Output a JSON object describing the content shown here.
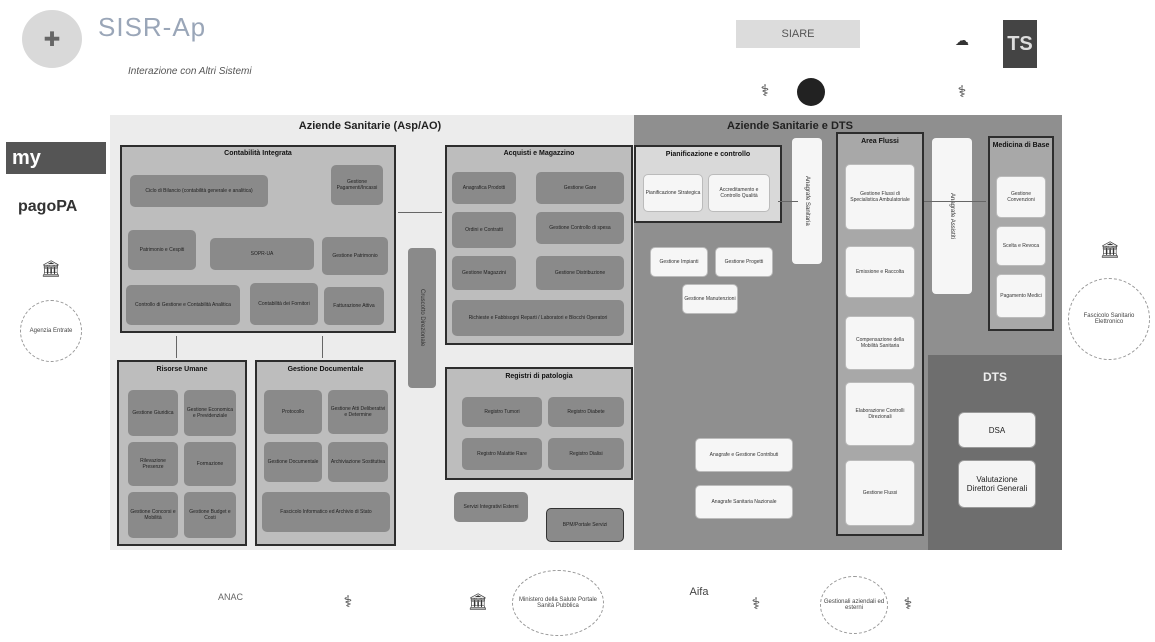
{
  "header": {
    "title": "SISR-Ap",
    "subtitle": "Interazione con Altri Sistemi"
  },
  "zones": {
    "left_title": "Aziende Sanitarie (Asp/AO)",
    "right_title": "Aziende Sanitarie e DTS",
    "dts_title": "DTS"
  },
  "panels": {
    "contab": {
      "title": "Contabilità Integrata",
      "items": [
        "Ciclo di Bilancio (contabilità generale e analitica)",
        "Gestione Pagamenti/Incassi",
        "Patrimonio e Cespiti",
        "SOPR-UA",
        "Gestione Patrimonio",
        "Controllo di Gestione e Contabilità Analitica",
        "Contabilità dei Fornitori",
        "Fatturazione Attiva"
      ]
    },
    "acquisti": {
      "title": "Acquisti e Magazzino",
      "items": [
        "Anagrafica Prodotti",
        "Gestione Gare",
        "Ordini e Contratti",
        "Gestione Controllo di spesa",
        "Gestione Magazzini",
        "Gestione Distribuzione",
        "Richieste e Fabbisogni Reparti / Laboratori e Blocchi Operatori"
      ]
    },
    "pianif": {
      "title": "Pianificazione e controllo",
      "items": [
        "Pianificazione Strategica",
        "Accreditamento e Controllo Qualità"
      ]
    },
    "risorse": {
      "title": "Risorse Umane",
      "items": [
        "Gestione Giuridica",
        "Gestione Economica e Previdenziale",
        "Rilevazione Presenze",
        "Formazione",
        "Gestione Concorsi e Mobilità",
        "Gestione Budget e Costi"
      ]
    },
    "docum": {
      "title": "Gestione Documentale",
      "items": [
        "Protocollo",
        "Gestione Atti Deliberativi e Determine",
        "Gestione Documentale",
        "Archiviazione Sostitutiva",
        "Fascicolo Informatico ed Archivio di Stato"
      ]
    },
    "registri": {
      "title": "Registri di patologia",
      "items": [
        "Registro Tumori",
        "Registro Diabete",
        "Registro Malattie Rare",
        "Registro Dialisi"
      ]
    },
    "area_flussi": {
      "title": "Area Flussi",
      "items": [
        "Gestione Flussi di Specialistica Ambulatoriale",
        "Emissione e Raccolta",
        "Compensazione della Mobilità Sanitaria",
        "Elaborazione Controlli Direzionali",
        "Gestione Flussi"
      ]
    },
    "medicina": {
      "title": "Medicina di Base",
      "items": [
        "Gestione Convenzioni",
        "Scelta e Revoca",
        "Pagamento Medici"
      ]
    }
  },
  "white_boxes": [
    "Gestione Impianti",
    "Gestione Progetti",
    "Gestione Manutenzioni",
    "Anagrafe e Gestione Contributi",
    "Anagrafe Sanitaria Nazionale"
  ],
  "grey_singles": [
    "Servizi Integrativi Esterni",
    "BPM/Portale Servizi"
  ],
  "vertical_labels": [
    "Cruscotto Direzionale",
    "Anagrafe Sanitaria",
    "Anagrafe Assistiti"
  ],
  "dts_boxes": [
    "DSA",
    "Valutazione Direttori Generali"
  ],
  "side_left": {
    "my_label": "my",
    "pagopa_label": "pagoPA",
    "circle_label": "Agenzia Entrate"
  },
  "side_right": {
    "circle_label": "Fascicolo Sanitario Elettronico"
  },
  "top_logos": {
    "label": "SIARE"
  },
  "bottom": {
    "anac_label": "ANAC",
    "circle1": "Ministero della Salute Portale Sanità Pubblica",
    "aifa_label": "Aifa",
    "circle2": "Gestionali aziendali ed esterni"
  }
}
